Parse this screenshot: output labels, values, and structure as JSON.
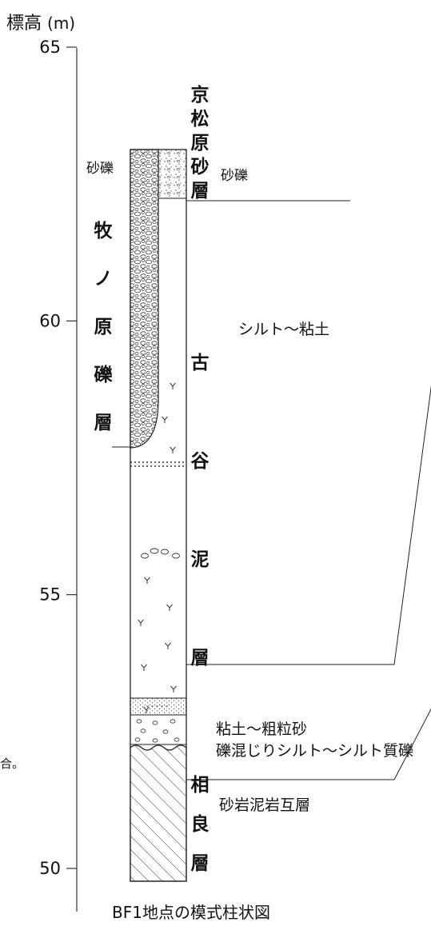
{
  "axis": {
    "label": "標高",
    "unit": "(m)",
    "ticks": [
      {
        "value": 65,
        "label": "65"
      },
      {
        "value": 60,
        "label": "60"
      },
      {
        "value": 55,
        "label": "55"
      },
      {
        "value": 50,
        "label": "50"
      }
    ],
    "range": [
      48.7,
      65
    ]
  },
  "formations": {
    "kyomatsubara": "京松原砂層",
    "makinohara": "牧ノ原礫層",
    "furuya": "古谷泥層",
    "sagara": "相良層"
  },
  "lithology_labels": {
    "gravel_left": "砂礫",
    "gravel_right": "砂礫",
    "silt_clay": "シルト〜粘土",
    "clay_sand": "粘土〜粗粒砂",
    "gravel_silt": "礫混じりシルト〜シルト質礫",
    "sandstone_mudstone": "砂岩泥岩互層"
  },
  "clipped_text": "合。",
  "caption": "BF1地点の模式柱状図"
}
